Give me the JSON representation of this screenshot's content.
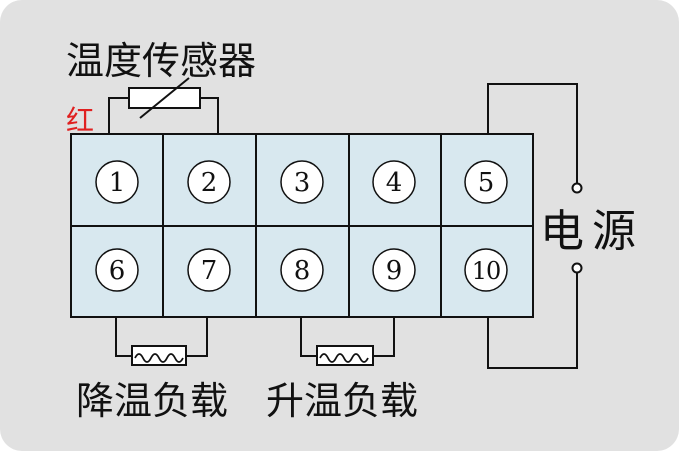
{
  "labels": {
    "sensor": "温度传感器",
    "red": "红",
    "power": "电源",
    "cool_load": "降温负载",
    "heat_load": "升温负载"
  },
  "terminals": [
    "1",
    "2",
    "3",
    "4",
    "5",
    "6",
    "7",
    "8",
    "9",
    "10"
  ],
  "colors": {
    "panel_bg": "#e1e1e1",
    "cell_fill": "#d8e8ef",
    "wire": "#111111",
    "red_label": "#e02020"
  },
  "icons": {
    "sensor": "thermistor-symbol",
    "loads": "heating-element-symbol",
    "power": "switch-contacts"
  }
}
